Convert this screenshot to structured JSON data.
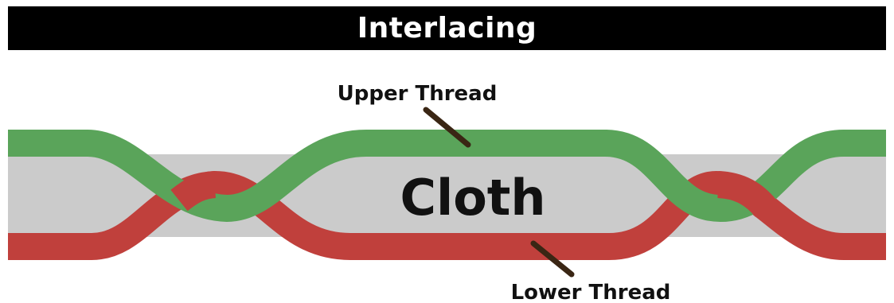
{
  "title": "Interlacing",
  "labels": {
    "upper_thread": "Upper Thread",
    "lower_thread": "Lower Thread",
    "cloth": "Cloth"
  },
  "colors": {
    "title_background": "#000000",
    "title_text": "#ffffff",
    "upper_thread": "#5aa45a",
    "lower_thread": "#c0403c",
    "cloth": "#cbcbcb",
    "leader_line": "#3a2614",
    "label_text": "#111111"
  }
}
